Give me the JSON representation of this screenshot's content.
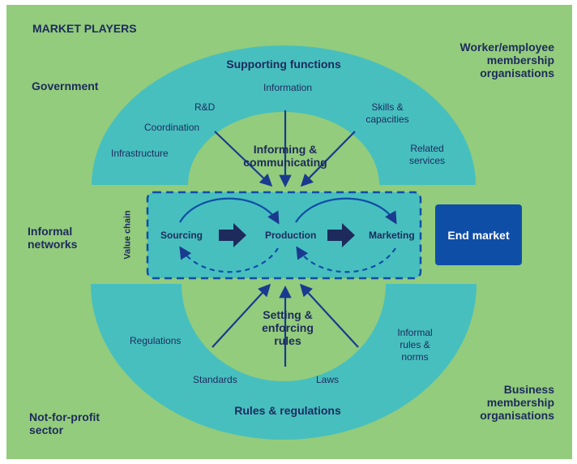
{
  "colors": {
    "background": "#93cc7c",
    "ring": "#47bfbf",
    "dark_blue": "#0f4ea6",
    "navy": "#1d2a5c",
    "arrow": "#1a3a8f"
  },
  "title": "MARKET PLAYERS",
  "actors": {
    "government": "Government",
    "worker_orgs": "Worker/employee membership organisations",
    "informal_networks": "Informal networks",
    "not_for_profit": "Not-for-profit sector",
    "business_orgs": "Business membership organisations"
  },
  "supporting": {
    "title": "Supporting functions",
    "items": [
      "Information",
      "R&D",
      "Skills & capacities",
      "Coordination",
      "Infrastructure",
      "Related services"
    ],
    "process": "Informing & communicating"
  },
  "value_chain": {
    "label": "Value chain",
    "stages": [
      "Sourcing",
      "Production",
      "Marketing"
    ]
  },
  "end_market": "End market",
  "rules": {
    "title": "Rules & regulations",
    "items": [
      "Regulations",
      "Standards",
      "Laws",
      "Informal rules & norms"
    ],
    "process": "Setting & enforcing rules"
  }
}
